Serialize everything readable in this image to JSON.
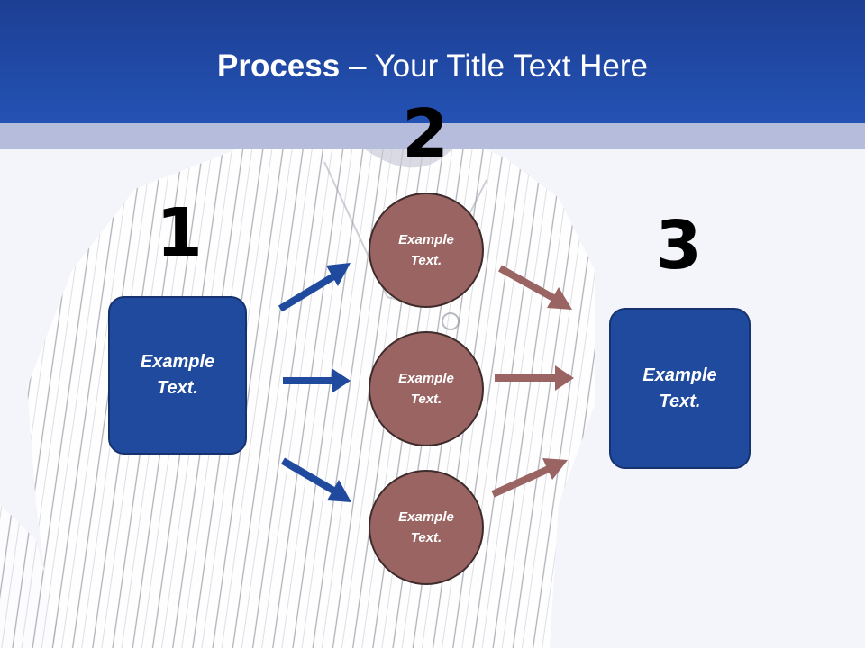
{
  "title": {
    "bold": "Process",
    "rest": " – Your Title Text Here"
  },
  "steps": {
    "one": "1",
    "two": "2",
    "three": "3"
  },
  "left_box": {
    "line1": "Example",
    "line2": "Text."
  },
  "right_box": {
    "line1": "Example",
    "line2": "Text."
  },
  "circles": [
    {
      "line1": "Example",
      "line2": "Text."
    },
    {
      "line1": "Example",
      "line2": "Text."
    },
    {
      "line1": "Example",
      "line2": "Text."
    }
  ],
  "colors": {
    "header": "#2452b4",
    "box": "#1f4a9e",
    "circle": "#9a6462",
    "blue_arrow": "#1f4a9e",
    "brown_arrow": "#9a6462"
  }
}
